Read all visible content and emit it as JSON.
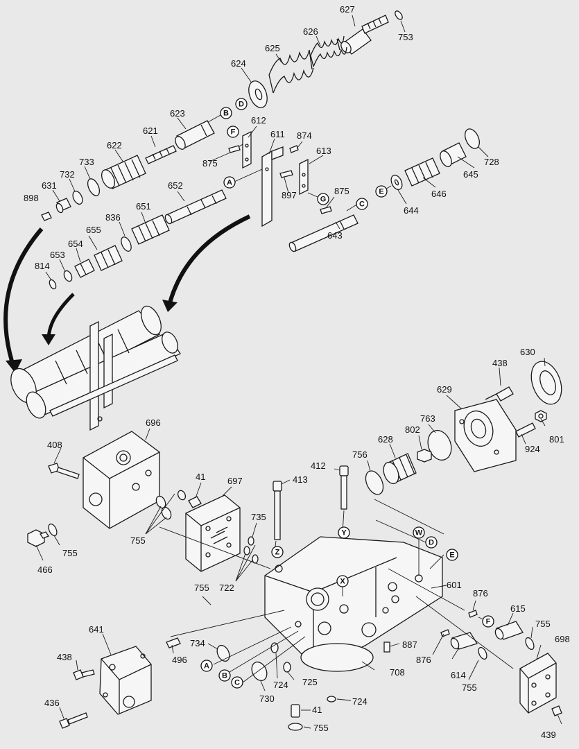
{
  "parts": [
    {
      "id": "p627",
      "text": "627"
    },
    {
      "id": "p753a",
      "text": "753"
    },
    {
      "id": "p626",
      "text": "626"
    },
    {
      "id": "p625",
      "text": "625"
    },
    {
      "id": "p624",
      "text": "624"
    },
    {
      "id": "p623",
      "text": "623"
    },
    {
      "id": "p621",
      "text": "621"
    },
    {
      "id": "p622",
      "text": "622"
    },
    {
      "id": "p612",
      "text": "612"
    },
    {
      "id": "p611",
      "text": "611"
    },
    {
      "id": "p874",
      "text": "874"
    },
    {
      "id": "p613",
      "text": "613"
    },
    {
      "id": "p733",
      "text": "733"
    },
    {
      "id": "p732",
      "text": "732"
    },
    {
      "id": "p631",
      "text": "631"
    },
    {
      "id": "p898",
      "text": "898"
    },
    {
      "id": "p875a",
      "text": "875"
    },
    {
      "id": "p652",
      "text": "652"
    },
    {
      "id": "p897",
      "text": "897"
    },
    {
      "id": "p875b",
      "text": "875"
    },
    {
      "id": "p645",
      "text": "645"
    },
    {
      "id": "p728",
      "text": "728"
    },
    {
      "id": "p646",
      "text": "646"
    },
    {
      "id": "p644",
      "text": "644"
    },
    {
      "id": "p643",
      "text": "643"
    },
    {
      "id": "p651",
      "text": "651"
    },
    {
      "id": "p836",
      "text": "836"
    },
    {
      "id": "p655",
      "text": "655"
    },
    {
      "id": "p654",
      "text": "654"
    },
    {
      "id": "p653",
      "text": "653"
    },
    {
      "id": "p814",
      "text": "814"
    },
    {
      "id": "p630",
      "text": "630"
    },
    {
      "id": "p438a",
      "text": "438"
    },
    {
      "id": "p629",
      "text": "629"
    },
    {
      "id": "p696",
      "text": "696"
    },
    {
      "id": "p763",
      "text": "763"
    },
    {
      "id": "p802",
      "text": "802"
    },
    {
      "id": "p628",
      "text": "628"
    },
    {
      "id": "p801",
      "text": "801"
    },
    {
      "id": "p924",
      "text": "924"
    },
    {
      "id": "p408",
      "text": "408"
    },
    {
      "id": "p412",
      "text": "412"
    },
    {
      "id": "p756",
      "text": "756"
    },
    {
      "id": "p413",
      "text": "413"
    },
    {
      "id": "p41a",
      "text": "41"
    },
    {
      "id": "p697",
      "text": "697"
    },
    {
      "id": "p735",
      "text": "735"
    },
    {
      "id": "p755a",
      "text": "755"
    },
    {
      "id": "p755b",
      "text": "755"
    },
    {
      "id": "p466",
      "text": "466"
    },
    {
      "id": "p722",
      "text": "722"
    },
    {
      "id": "p601",
      "text": "601"
    },
    {
      "id": "p755c",
      "text": "755"
    },
    {
      "id": "p876a",
      "text": "876"
    },
    {
      "id": "p615",
      "text": "615"
    },
    {
      "id": "p755d",
      "text": "755"
    },
    {
      "id": "p641",
      "text": "641"
    },
    {
      "id": "p698",
      "text": "698"
    },
    {
      "id": "p734",
      "text": "734"
    },
    {
      "id": "p496",
      "text": "496"
    },
    {
      "id": "p887",
      "text": "887"
    },
    {
      "id": "p876b",
      "text": "876"
    },
    {
      "id": "p438b",
      "text": "438"
    },
    {
      "id": "p708",
      "text": "708"
    },
    {
      "id": "p614",
      "text": "614"
    },
    {
      "id": "p725",
      "text": "725"
    },
    {
      "id": "p755e",
      "text": "755"
    },
    {
      "id": "p724a",
      "text": "724"
    },
    {
      "id": "p730",
      "text": "730"
    },
    {
      "id": "p436",
      "text": "436"
    },
    {
      "id": "p724b",
      "text": "724"
    },
    {
      "id": "p41b",
      "text": "41"
    },
    {
      "id": "p755f",
      "text": "755"
    },
    {
      "id": "p439",
      "text": "439"
    }
  ],
  "callouts": [
    {
      "id": "cB1",
      "text": "B"
    },
    {
      "id": "cD1",
      "text": "D"
    },
    {
      "id": "cF1",
      "text": "F"
    },
    {
      "id": "cA1",
      "text": "A"
    },
    {
      "id": "cG1",
      "text": "G"
    },
    {
      "id": "cE1",
      "text": "E"
    },
    {
      "id": "cC1",
      "text": "C"
    },
    {
      "id": "cW",
      "text": "W"
    },
    {
      "id": "cY",
      "text": "Y"
    },
    {
      "id": "cD2",
      "text": "D"
    },
    {
      "id": "cE2",
      "text": "E"
    },
    {
      "id": "cZ",
      "text": "Z"
    },
    {
      "id": "cX",
      "text": "X"
    },
    {
      "id": "cF2",
      "text": "F"
    },
    {
      "id": "cA2",
      "text": "A"
    },
    {
      "id": "cB2",
      "text": "B"
    },
    {
      "id": "cC2",
      "text": "C"
    }
  ]
}
